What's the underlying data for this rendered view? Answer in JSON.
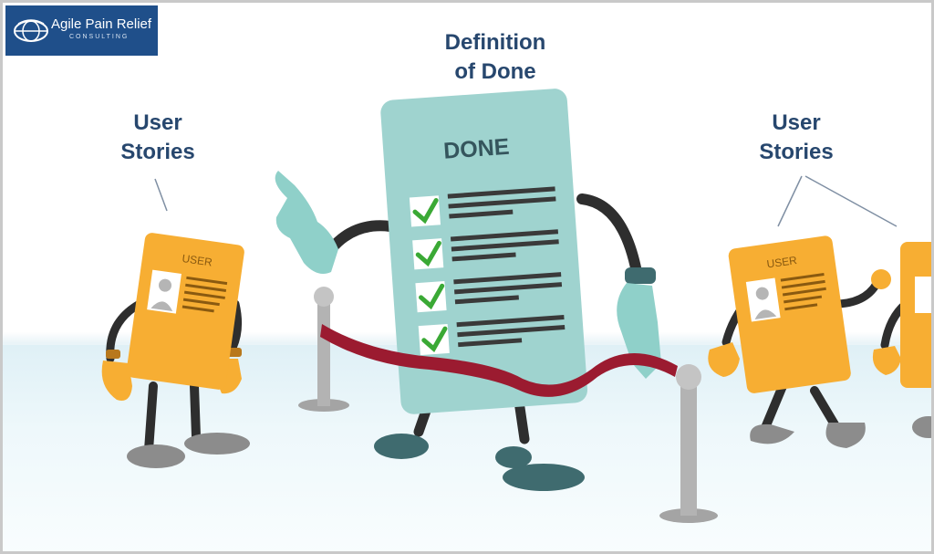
{
  "logo": {
    "name": "Agile Pain Relief",
    "sub": "CONSULTING"
  },
  "labels": {
    "left": {
      "line1": "User",
      "line2": "Stories"
    },
    "center": {
      "line1": "Definition",
      "line2": "of Done"
    },
    "right": {
      "line1": "User",
      "line2": "Stories"
    }
  },
  "cards": {
    "done_title": "DONE",
    "user_badge": "USER"
  },
  "colors": {
    "brand": "#1f4f8a",
    "label_text": "#27476e",
    "done_card": "#9fd3cf",
    "user_card": "#f7ae33",
    "check": "#3aa935",
    "rope": "#9b1b30"
  }
}
